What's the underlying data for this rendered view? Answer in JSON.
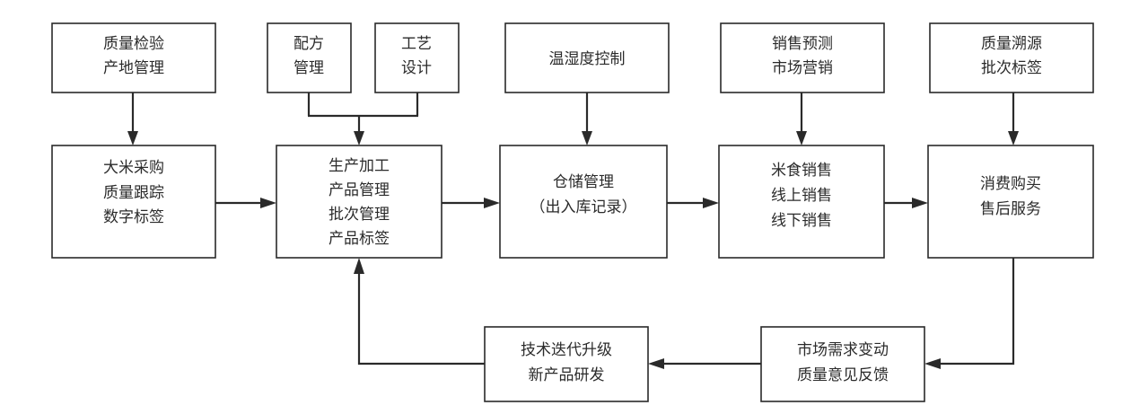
{
  "diagram": {
    "boxes": {
      "quality_origin": {
        "lines": [
          "质量检验",
          "产地管理"
        ]
      },
      "formula": {
        "lines": [
          "配方",
          "管理"
        ]
      },
      "craft": {
        "lines": [
          "工艺",
          "设计"
        ]
      },
      "temp_humidity": {
        "lines": [
          "温湿度控制"
        ]
      },
      "sales_forecast": {
        "lines": [
          "销售预测",
          "市场营销"
        ]
      },
      "trace_label": {
        "lines": [
          "质量溯源",
          "批次标签"
        ]
      },
      "purchase": {
        "lines": [
          "大米采购",
          "质量跟踪",
          "数字标签"
        ]
      },
      "production": {
        "lines": [
          "生产加工",
          "产品管理",
          "批次管理",
          "产品标签"
        ]
      },
      "warehouse": {
        "lines": [
          "仓储管理",
          "（出入库记录）"
        ]
      },
      "rice_sales": {
        "lines": [
          "米食销售",
          "线上销售",
          "线下销售"
        ]
      },
      "consumption": {
        "lines": [
          "消费购买",
          "售后服务"
        ]
      },
      "market_feedback": {
        "lines": [
          "市场需求变动",
          "质量意见反馈"
        ]
      },
      "tech_upgrade": {
        "lines": [
          "技术迭代升级",
          "新产品研发"
        ]
      }
    }
  }
}
